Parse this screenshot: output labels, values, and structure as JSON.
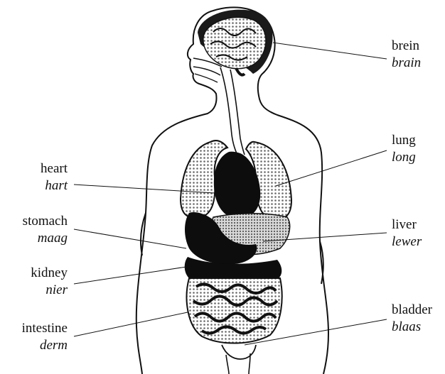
{
  "labels": {
    "brain": {
      "primary": "brein",
      "secondary": "brain"
    },
    "lung": {
      "primary": "lung",
      "secondary": "long"
    },
    "heart": {
      "primary": "heart",
      "secondary": "hart"
    },
    "stomach": {
      "primary": "stomach",
      "secondary": "maag"
    },
    "liver": {
      "primary": "liver",
      "secondary": "lewer"
    },
    "kidney": {
      "primary": "kidney",
      "secondary": "nier"
    },
    "intestine": {
      "primary": "intestine",
      "secondary": "derm"
    },
    "bladder": {
      "primary": "bladder",
      "secondary": "blaas"
    }
  },
  "colors": {
    "ink": "#111111",
    "organ_dark": "#0d0d0d",
    "organ_light": "#c9c9c9",
    "background": "#ffffff"
  }
}
